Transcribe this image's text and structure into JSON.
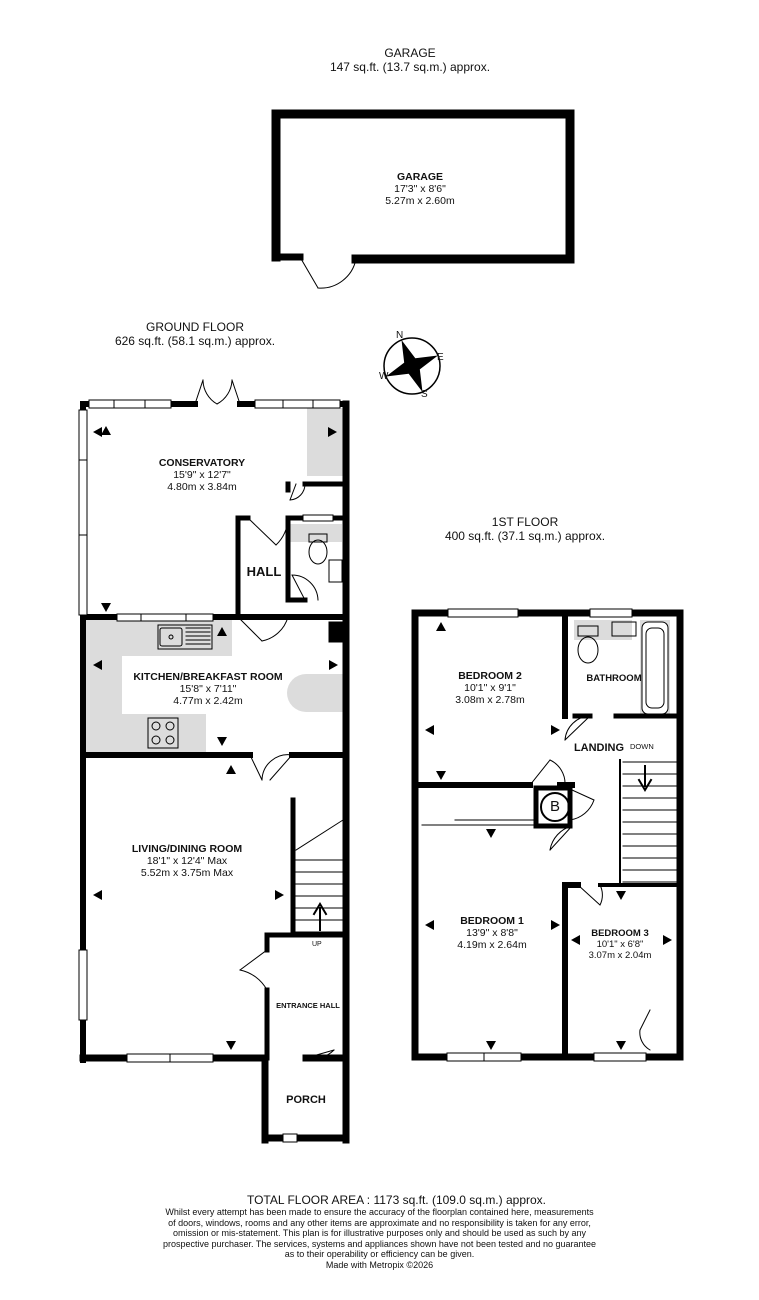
{
  "garage_header": {
    "name": "GARAGE",
    "area": "147 sq.ft. (13.7 sq.m.) approx."
  },
  "ground_header": {
    "name": "GROUND FLOOR",
    "area": "626 sq.ft. (58.1 sq.m.) approx."
  },
  "first_header": {
    "name": "1ST FLOOR",
    "area": "400 sq.ft. (37.1 sq.m.) approx."
  },
  "rooms": {
    "garage": {
      "name": "GARAGE",
      "imperial": "17'3\" x 8'6\"",
      "metric": "5.27m x 2.60m"
    },
    "conservatory": {
      "name": "CONSERVATORY",
      "imperial": "15'9\" x 12'7\"",
      "metric": "4.80m x 3.84m"
    },
    "hall": {
      "name": "HALL"
    },
    "kitchen": {
      "name": "KITCHEN/BREAKFAST ROOM",
      "imperial": "15'8\" x 7'11\"",
      "metric": "4.77m x 2.42m"
    },
    "living": {
      "name": "LIVING/DINING ROOM",
      "imperial": "18'1\" x 12'4\" Max",
      "metric": "5.52m x 3.75m Max"
    },
    "entrance_hall": {
      "name": "ENTRANCE HALL"
    },
    "porch": {
      "name": "PORCH"
    },
    "bedroom2": {
      "name": "BEDROOM 2",
      "imperial": "10'1\" x 9'1\"",
      "metric": "3.08m x 2.78m"
    },
    "bathroom": {
      "name": "BATHROOM"
    },
    "landing": {
      "name": "LANDING"
    },
    "bedroom1": {
      "name": "BEDROOM 1",
      "imperial": "13'9\" x 8'8\"",
      "metric": "4.19m x 2.64m"
    },
    "bedroom3": {
      "name": "BEDROOM 3",
      "imperial": "10'1\" x 6'8\"",
      "metric": "3.07m x 2.04m"
    }
  },
  "labels": {
    "up": "UP",
    "down": "DOWN",
    "boiler": "B"
  },
  "compass": {
    "n": "N",
    "e": "E",
    "s": "S",
    "w": "W"
  },
  "footer": {
    "total": "TOTAL FLOOR AREA : 1173 sq.ft. (109.0 sq.m.) approx.",
    "disclaimer": [
      "Whilst every attempt has been made to ensure the accuracy of the floorplan contained here, measurements",
      "of doors, windows, rooms and any other items are approximate and no responsibility is taken for any error,",
      "omission or mis-statement. This plan is for illustrative purposes only and should be used as such by any",
      "prospective purchaser. The services, systems and appliances shown have not been tested and no guarantee",
      "as to their operability or efficiency can be given."
    ],
    "credit": "Made with Metropix ©2026"
  }
}
